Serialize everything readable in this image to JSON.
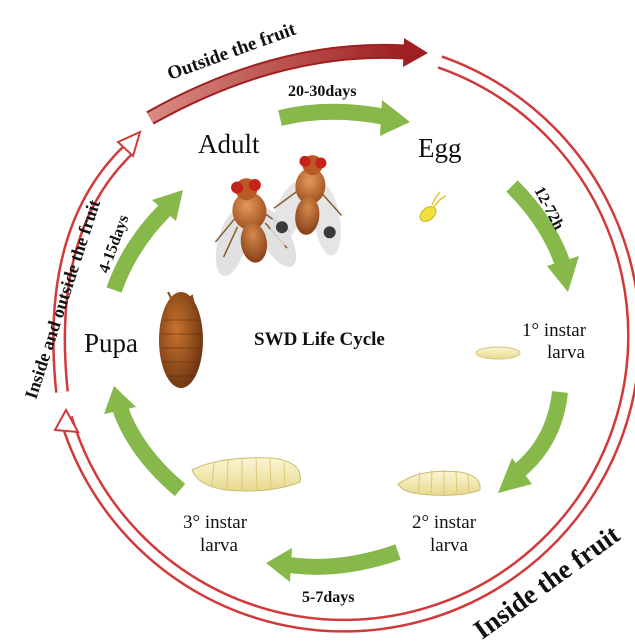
{
  "title": "SWD Life Cycle",
  "stages": {
    "adult": "Adult",
    "egg": "Egg",
    "pupa": "Pupa",
    "instar1_line1": "1° instar",
    "instar1_line2": "larva",
    "instar2_line1": "2° instar",
    "instar2_line2": "larva",
    "instar3_line1": "3° instar",
    "instar3_line2": "larva"
  },
  "durations": {
    "adult_to_egg": "20-30days",
    "egg_to_larva": "12-72h",
    "larva_stage": "5-7days",
    "pupa_to_adult": "4-15days"
  },
  "locations": {
    "outside": "Outside the fruit",
    "inside_and_outside": "Inside and outside the fruit",
    "inside": "Inside the fruit"
  },
  "colors": {
    "cycle_arrow": "#86b84a",
    "outside_arrow": "#b52a2a",
    "inside_arrow_stroke": "#d13a3a",
    "inside_arrow_fill": "#ffffff"
  }
}
